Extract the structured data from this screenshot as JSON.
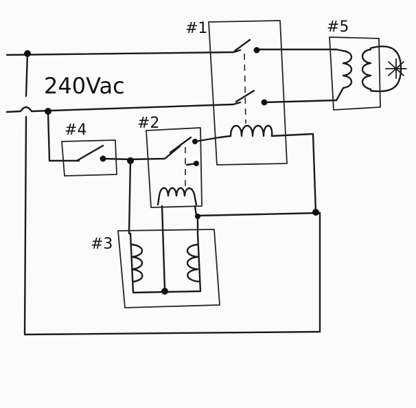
{
  "diagram": {
    "supply_label": "240Vac",
    "component_labels": {
      "c1": "#1",
      "c2": "#2",
      "c3": "#3",
      "c4": "#4",
      "c5": "#5"
    }
  }
}
